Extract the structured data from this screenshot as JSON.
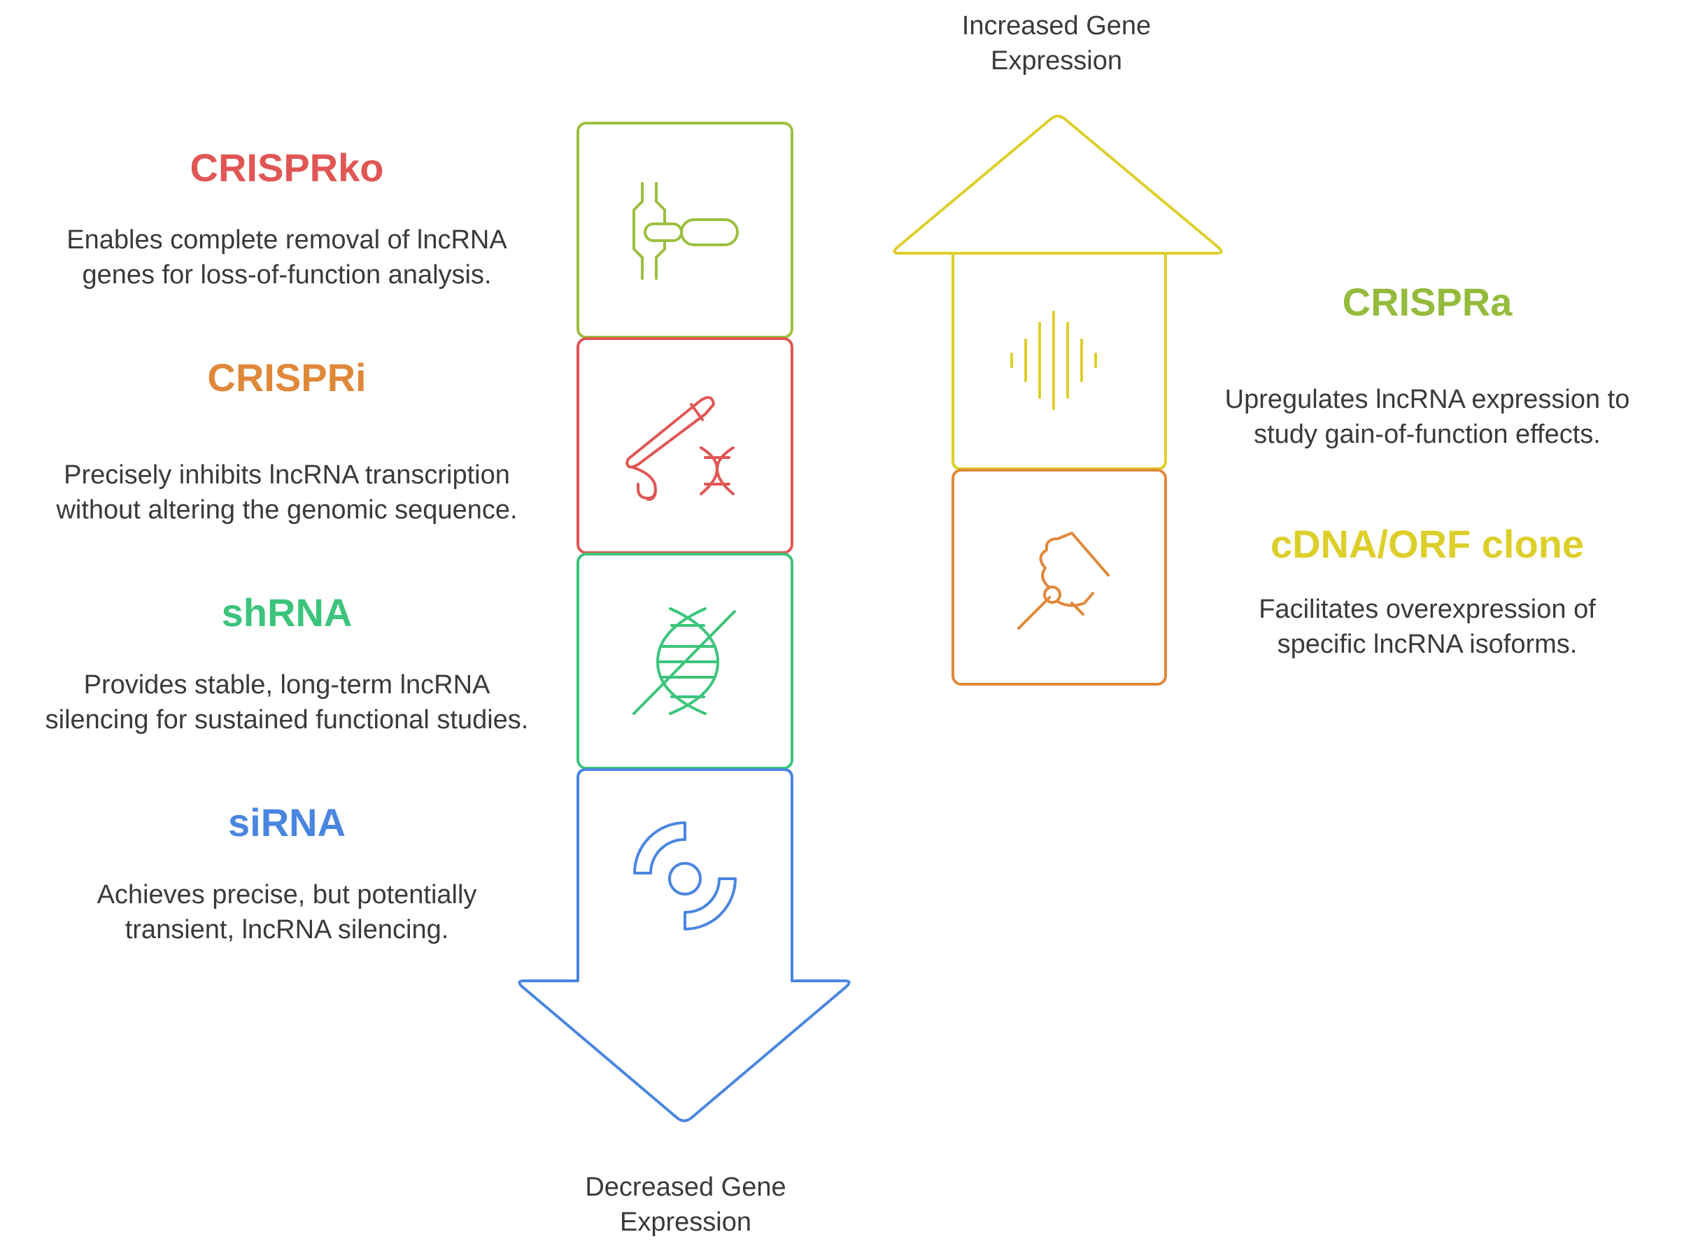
{
  "axis": {
    "top_line1": "Increased Gene",
    "top_line2": "Expression",
    "bottom_line1": "Decreased Gene",
    "bottom_line2": "Expression"
  },
  "colors": {
    "crisprko": "#e05654",
    "crispri": "#e0883a",
    "shrna": "#3cc47c",
    "sirna": "#4a86e0",
    "crispra": "#94bb3c",
    "cdna": "#ddcf2a",
    "olive_border": "#9cbf3f",
    "text": "#3a3a3a"
  },
  "left": {
    "crisprko": {
      "title": "CRISPRko",
      "line1": "Enables complete removal of lncRNA",
      "line2": "genes for loss-of-function analysis.",
      "icon": "gene-knockout-icon"
    },
    "crispri": {
      "title": "CRISPRi",
      "line1": "Precisely inhibits lncRNA transcription",
      "line2": "without altering the genomic sequence.",
      "icon": "knife-dna-icon"
    },
    "shrna": {
      "title": "shRNA",
      "line1": "Provides stable, long-term lncRNA",
      "line2": "silencing for sustained functional studies.",
      "icon": "dna-slash-icon"
    },
    "sirna": {
      "title": "siRNA",
      "line1": "Achieves precise, but potentially",
      "line2": "transient, lncRNA silencing.",
      "icon": "split-circle-icon"
    }
  },
  "right": {
    "crispra": {
      "title": "CRISPRa",
      "line1": "Upregulates lncRNA expression to",
      "line2": "study gain-of-function effects.",
      "icon": "sound-wave-icon"
    },
    "cdna": {
      "title": "cDNA/ORF clone",
      "line1": "Facilitates overexpression of",
      "line2": "specific lncRNA isoforms.",
      "icon": "pipette-hand-icon"
    }
  }
}
